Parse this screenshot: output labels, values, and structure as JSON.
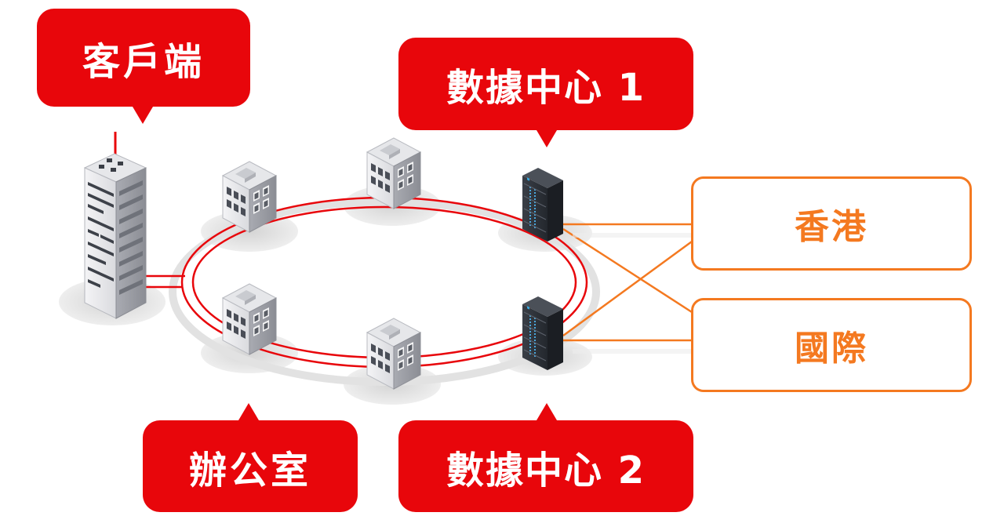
{
  "labels": {
    "client": "客戶端",
    "data_center_1": "數據中心 1",
    "office": "辦公室",
    "data_center_2": "數據中心 2",
    "hong_kong": "香港",
    "international": "國際"
  },
  "colors": {
    "callout": "#e8060b",
    "ring": "#e8060b",
    "region": "#f47920",
    "shadow": "#dcdcdc"
  },
  "icons": {
    "headquarters": "skyscraper-icon",
    "building": "office-building-icon",
    "server": "server-rack-icon"
  }
}
